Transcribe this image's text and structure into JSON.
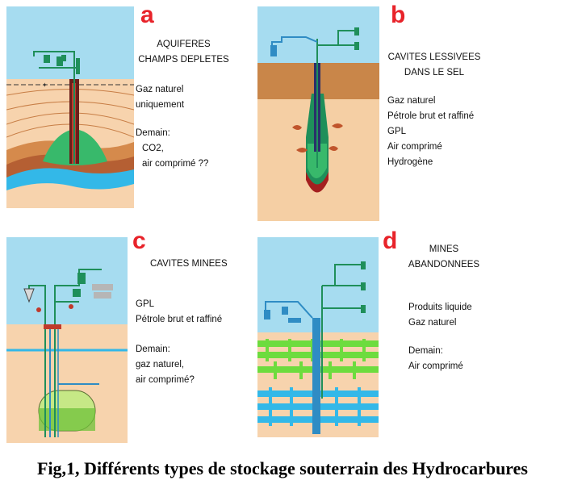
{
  "colors": {
    "sky": "#a6dcf0",
    "ground_tan": "#f7d3ad",
    "ground_brown": "#c98649",
    "salt": "#f5cfa4",
    "layer_orange": "#d58a4c",
    "layer_rust": "#b55f33",
    "gas_green": "#38b96b",
    "water_blue": "#33b8e8",
    "pipe_green": "#1f8f5a",
    "pipe_blue": "#2f8cc4",
    "label_red": "#e8232a",
    "tank_green": "#c6e886",
    "mine_green": "#6ddc3e"
  },
  "panels": {
    "a": {
      "letter": "a",
      "title": [
        "AQUIFERES",
        "CHAMPS DEPLETES"
      ],
      "products": [
        "Gaz naturel",
        "uniquement"
      ],
      "future": [
        "Demain:",
        "CO2,",
        "air comprimé ??"
      ]
    },
    "b": {
      "letter": "b",
      "title": [
        "CAVITES LESSIVEES",
        "DANS LE SEL"
      ],
      "products": [
        "Gaz naturel",
        "Pétrole brut et raffiné",
        "GPL",
        "Air comprimé",
        "Hydrogène"
      ]
    },
    "c": {
      "letter": "c",
      "title": [
        "CAVITES MINEES"
      ],
      "products": [
        "GPL",
        "Pétrole brut et raffiné"
      ],
      "future": [
        "Demain:",
        "gaz naturel,",
        "air comprimé?"
      ]
    },
    "d": {
      "letter": "d",
      "title": [
        "MINES",
        "ABANDONNEES"
      ],
      "products": [
        "Produits liquide",
        "Gaz naturel"
      ],
      "future": [
        "Demain:",
        "Air comprimé"
      ]
    }
  },
  "caption": "Fig,1, Différents types de stockage souterrain  des Hydrocarbures"
}
